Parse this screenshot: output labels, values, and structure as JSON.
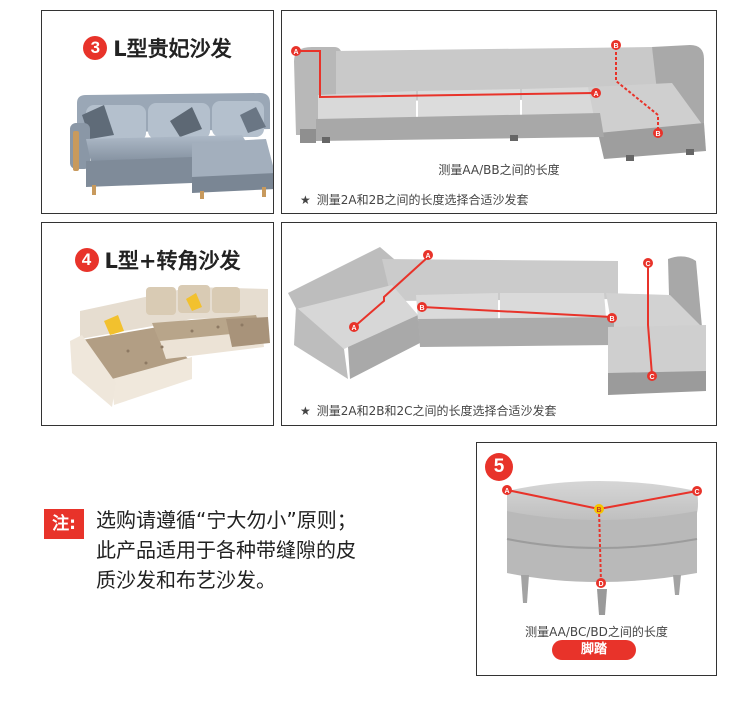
{
  "panel3": {
    "number": "3",
    "title": "L型贵妃沙发",
    "measure_note": "测量AA/BB之间的长度",
    "footer": "测量2A和2B之间的长度选择合适沙发套",
    "points": [
      "A",
      "A",
      "B",
      "B"
    ]
  },
  "panel4": {
    "number": "4",
    "title": "L型+转角沙发",
    "footer": "测量2A和2B和2C之间的长度选择合适沙发套",
    "points": [
      "A",
      "A",
      "B",
      "B",
      "C",
      "C"
    ]
  },
  "panel5": {
    "number": "5",
    "measure_note": "测量AA/BC/BD之间的长度",
    "label": "脚踏",
    "points": [
      "A",
      "B",
      "C",
      "D"
    ]
  },
  "tip": {
    "badge": "注:",
    "lines": [
      "选购请遵循“宁大勿小”原则；",
      "此产品适用于各种带缝隙的皮",
      "质沙发和布艺沙发。"
    ]
  },
  "icons": {
    "footer_icon": "star-icon"
  },
  "colors": {
    "accent": "#e8332a",
    "measure_line": "#e8332a",
    "point_yellow": "#f5c400"
  }
}
